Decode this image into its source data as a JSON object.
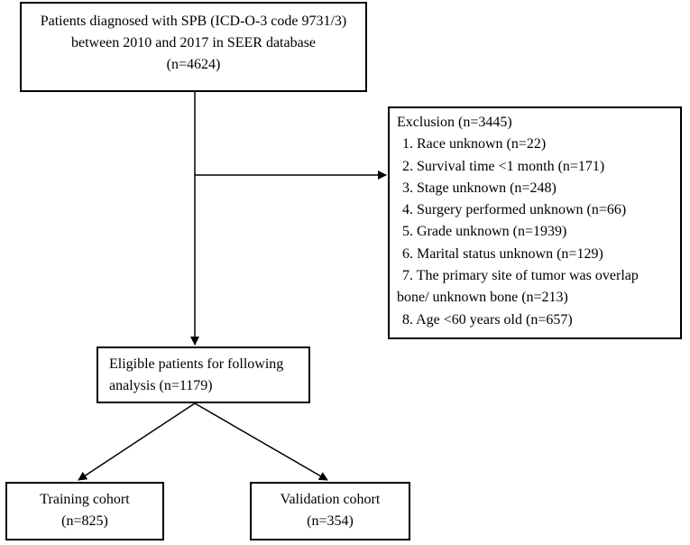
{
  "flow": {
    "source": {
      "lines": [
        "Patients diagnosed with SPB (ICD-O-3 code 9731/3)",
        "between 2010 and 2017 in SEER database",
        "(n=4624)"
      ]
    },
    "exclusion": {
      "title": "Exclusion (n=3445)",
      "items": [
        "1.  Race unknown (n=22)",
        "2.  Survival time <1 month (n=171)",
        "3.  Stage unknown (n=248)",
        "4.  Surgery performed unknown (n=66)",
        "5.  Grade unknown (n=1939)",
        "6.  Marital status unknown (n=129)",
        "7.  The primary site of tumor was overlap",
        "bone/ unknown bone (n=213)",
        "8.  Age <60 years old (n=657)"
      ]
    },
    "eligible": {
      "lines": [
        "Eligible patients for following",
        "analysis (n=1179)"
      ]
    },
    "training": {
      "lines": [
        "Training cohort",
        "(n=825)"
      ]
    },
    "validation": {
      "lines": [
        "Validation cohort",
        "(n=354)"
      ]
    }
  }
}
